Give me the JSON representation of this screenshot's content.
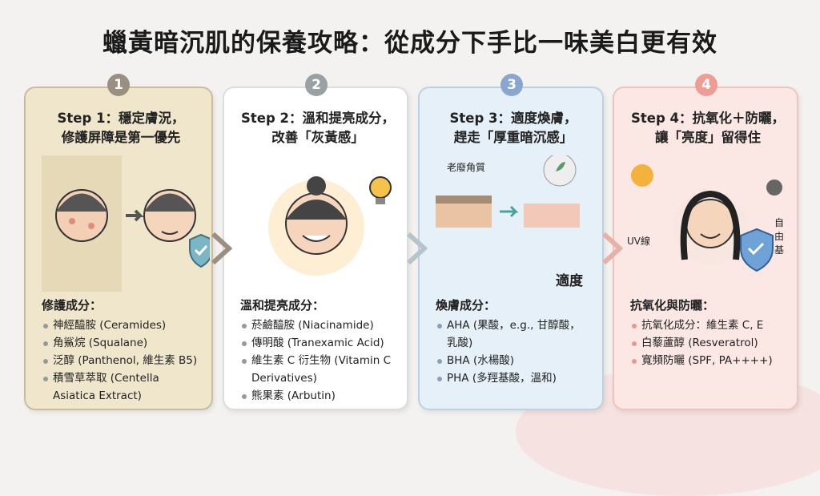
{
  "title": "蠟黃暗沉肌的保養攻略：從成分下手比一味美白更有效",
  "steps": [
    {
      "number": "1",
      "title_line1": "Step 1：穩定膚況，",
      "title_line2": "修護屏障是第一優先",
      "color": "#9a8f80",
      "subtitle": "修護成分：",
      "items": [
        "神經醯胺 (Ceramides)",
        "角鯊烷 (Squalane)",
        "泛醇 (Panthenol, 維生素 B5)",
        "積雪草萃取 (Centella Asiatica Extract)"
      ]
    },
    {
      "number": "2",
      "title_line1": "Step 2：溫和提亮成分，",
      "title_line2": "改善「灰黃感」",
      "color": "#9aa1a4",
      "subtitle": "溫和提亮成分：",
      "items": [
        "菸鹼醯胺 (Niacinamide)",
        "傳明酸 (Tranexamic Acid)",
        "維生素 C 衍生物 (Vitamin C Derivatives)",
        "熊果素 (Arbutin)"
      ]
    },
    {
      "number": "3",
      "title_line1": "Step 3：適度煥膚，",
      "title_line2": "趕走「厚重暗沉感」",
      "color": "#8aa6cf",
      "subtitle": "煥膚成分：",
      "items": [
        "AHA (果酸，e.g., 甘醇酸，乳酸)",
        "BHA (水楊酸)",
        "PHA (多羥基酸，溫和)"
      ],
      "labels": {
        "dead_skin": "老廢角質",
        "moderate": "適度"
      }
    },
    {
      "number": "4",
      "title_line1": "Step 4：抗氧化＋防曬，",
      "title_line2": "讓「亮度」留得住",
      "color": "#ee9d95",
      "subtitle": "抗氧化與防曬：",
      "items": [
        "抗氧化成分：維生素 C, E",
        "白藜蘆醇 (Resveratrol)",
        "寬頻防曬 (SPF, PA++++)"
      ],
      "labels": {
        "uv": "UV線",
        "free_radical": "自由基"
      }
    }
  ]
}
